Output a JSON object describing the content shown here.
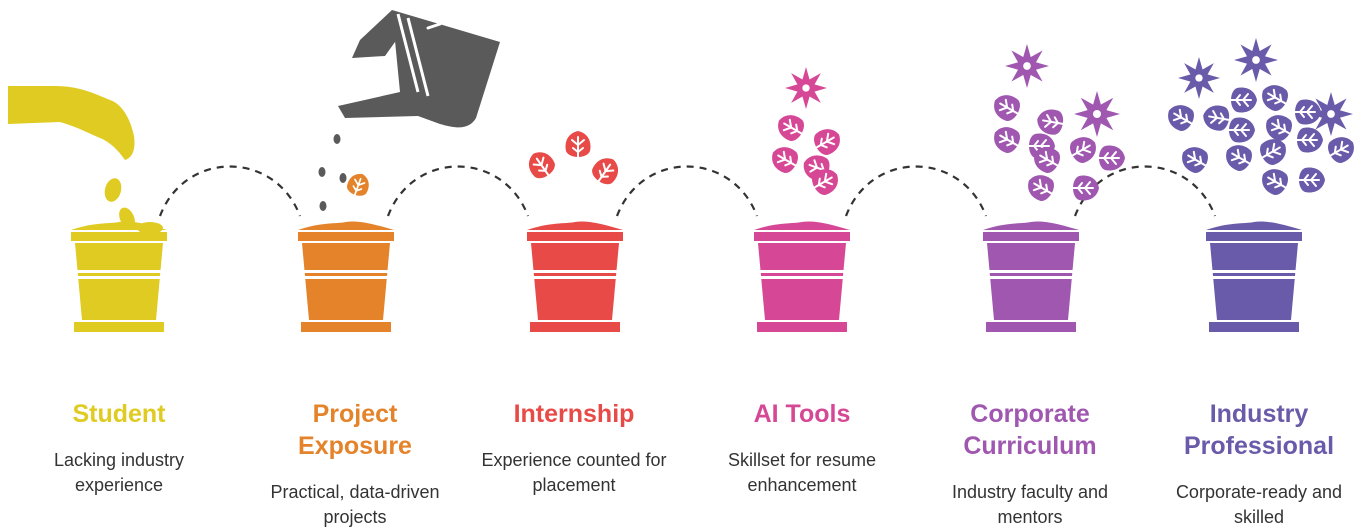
{
  "stages": [
    {
      "title": "Student",
      "description": "Lacking industry experience",
      "color": "#E0CB22"
    },
    {
      "title": "Project Exposure",
      "description": "Practical, data-driven projects",
      "color": "#E4832A"
    },
    {
      "title": "Internship",
      "description": "Experience counted for placement",
      "color": "#E84A48"
    },
    {
      "title": "AI Tools",
      "description": "Skillset for resume enhancement",
      "color": "#D64896"
    },
    {
      "title": "Corporate Curriculum",
      "description": "Industry faculty and mentors",
      "color": "#9F57B0"
    },
    {
      "title": "Industry Professional",
      "description": "Corporate-ready and skilled",
      "color": "#6A5BAA"
    }
  ],
  "colors": {
    "connector": "#333333",
    "watering_can": "#5A5A5A",
    "water_drop": "#5A5A5A",
    "leaf_vein": "#FFFFFF",
    "description_text": "#333333"
  },
  "icons": [
    "hand-icon",
    "seed-icon",
    "watering-can-icon",
    "water-drop-icon",
    "pot-icon",
    "leaf-icon",
    "flower-icon"
  ]
}
